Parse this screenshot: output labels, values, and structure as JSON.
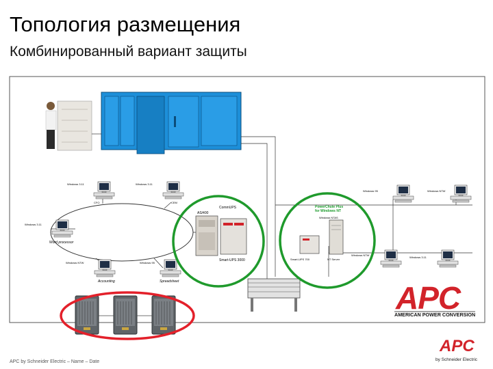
{
  "slide": {
    "title": "Топология размещения",
    "subtitle": "Комбинированный вариант защиты",
    "footer": "APC by Schneider Electric – Name – Date"
  },
  "diagram": {
    "workstations": [
      {
        "label": "Windows 3.11",
        "sublabel": "CFO"
      },
      {
        "label": "Windows 3.11",
        "sublabel": "CEM"
      },
      {
        "label": "Windows 3.11",
        "sublabel": "Word processor"
      },
      {
        "label": "Windows NTW",
        "sublabel": "Accounting"
      },
      {
        "label": "Windows 95",
        "sublabel": "Spreadsheet"
      },
      {
        "label": "Windows 95",
        "sublabel": ""
      },
      {
        "label": "Windows NTW",
        "sublabel": ""
      },
      {
        "label": "Windows NTW",
        "sublabel": ""
      },
      {
        "label": "Windows 3.11",
        "sublabel": ""
      }
    ],
    "left_cluster": {
      "server_label": "AS/400",
      "software_label": "CommUPS",
      "ups_label": "Smart-UPS 3000"
    },
    "right_cluster": {
      "software_label_1": "PowerChute Plus",
      "software_label_2": "for Windows NT",
      "server_os_label": "Windows NTAS",
      "ups_label": "Smart-UPS 700",
      "server_label": "NT Server"
    }
  },
  "logos": {
    "main_logo_text": "APC",
    "main_logo_tagline": "AMERICAN POWER CONVERSION",
    "corner_logo_text": "APC",
    "corner_logo_tagline": "by Schneider Electric"
  },
  "colors": {
    "green_circle": "#1f9a2c",
    "red_ellipse": "#e3202a",
    "mainframe_blue": "#1d8fd9",
    "apc_red": "#d2232a"
  }
}
